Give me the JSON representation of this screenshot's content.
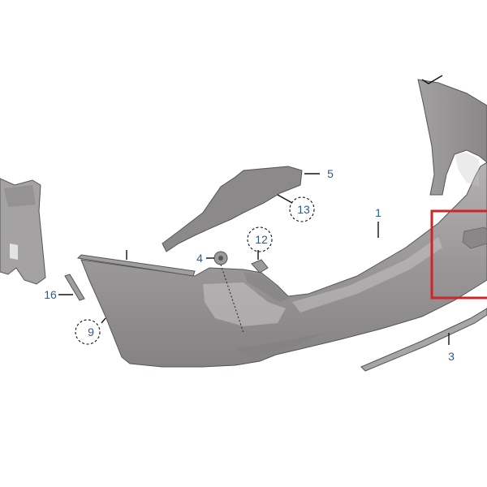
{
  "diagram": {
    "callouts": [
      {
        "id": "c1",
        "label": "1"
      },
      {
        "id": "c3",
        "label": "3"
      },
      {
        "id": "c4",
        "label": "4"
      },
      {
        "id": "c5",
        "label": "5"
      },
      {
        "id": "c9",
        "label": "9"
      },
      {
        "id": "c12",
        "label": "12"
      },
      {
        "id": "c13",
        "label": "13"
      },
      {
        "id": "c16",
        "label": "16"
      }
    ],
    "colors": {
      "part_fill": "#9a9799",
      "part_shadow": "#7f7c7e",
      "part_highlight": "#c9c6c8",
      "callout_text": "#2f5a8a",
      "highlight_box": "#d2232a"
    },
    "highlight_box": {
      "target": "reflector-recess"
    }
  }
}
